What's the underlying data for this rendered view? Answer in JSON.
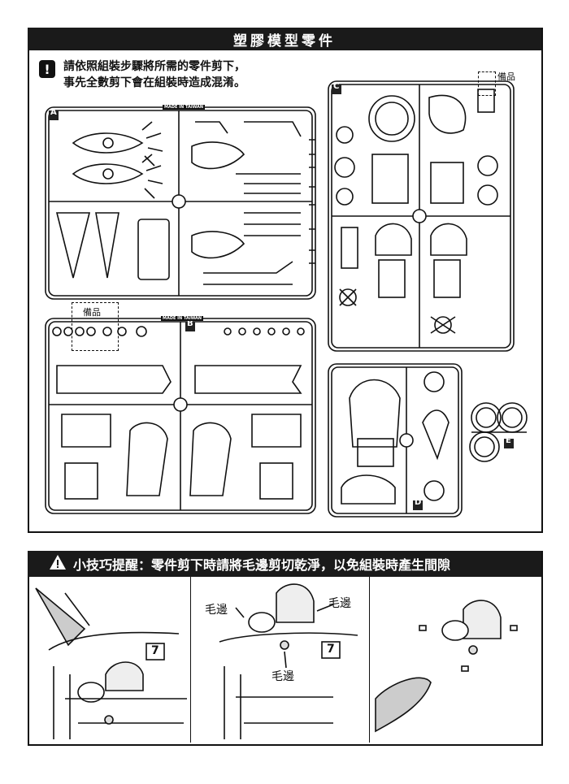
{
  "section_title": "塑膠模型零件",
  "notice": {
    "icon": "exclamation-icon",
    "line1": "請依照組裝步驟將所需的零件剪下，",
    "line2": "事先全數剪下會在組裝時造成混淆。"
  },
  "spare_label": "備品",
  "runners": {
    "A": "A",
    "B": "B",
    "C": "C",
    "D": "D",
    "E": "E",
    "made_in_taiwan": "MADE IN TAIWAN"
  },
  "tips": {
    "icon": "warning-triangle-icon",
    "title": "小技巧提醒：零件剪下時請將毛邊剪切乾淨，以免組裝時產生間隙",
    "burr_label": "毛邊",
    "part_number": "7"
  }
}
